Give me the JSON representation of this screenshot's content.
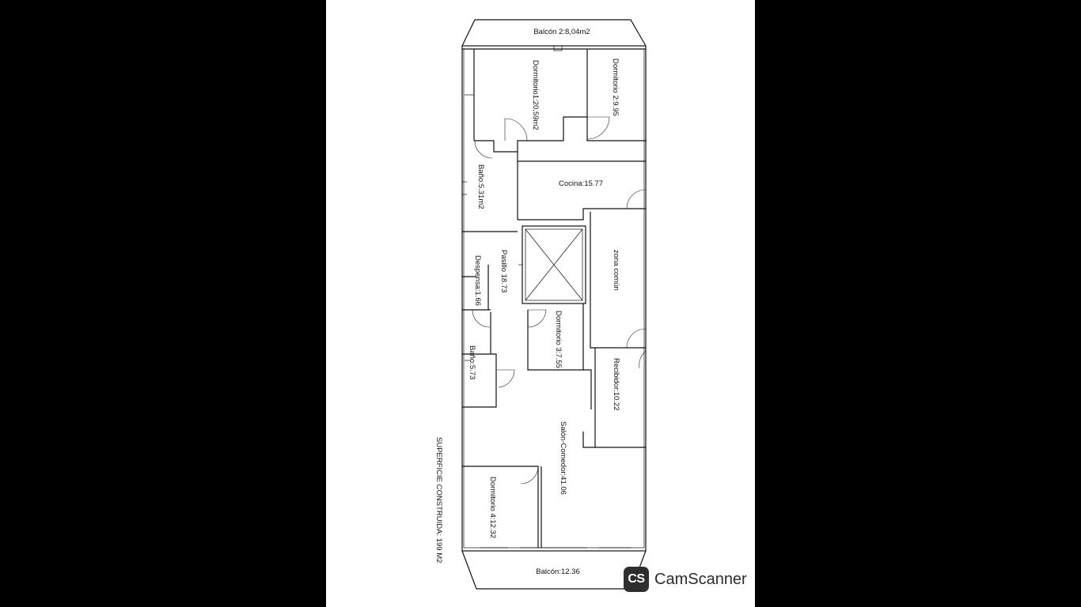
{
  "plan": {
    "rooms": {
      "balcon_top": "Balcón 2:8,04m2",
      "dormitorio_1": "Dormitorio1:20,59m2",
      "dormitorio_2": "Dormitorio 2:9.95",
      "bano_1": "Baño:5.31m2",
      "cocina": "Cocina:15.77",
      "zona_comun": "zona común",
      "pasillo": "Pasillo 18.73",
      "despensa": "Despensa:1.66",
      "dormitorio_3": "Dormitorio 3:7.55",
      "bano_2": "Baño:5.73",
      "recibidor": "Recibidor:10.22",
      "salon_comedor": "Salón-Comedor:41.06",
      "dormitorio_4": "Dormitorio 4:12.32",
      "balcon_bottom": "Balcón:12.36"
    },
    "surface_note": "SUPERFICIE  CONSTRUIDA: 199 M2"
  },
  "watermark": {
    "logo": "CS",
    "brand": "CamScanner"
  },
  "colors": {
    "viewer_background": "#000000",
    "page_background": "#ffffff",
    "line": "#111111",
    "logo_background": "#2e2e2e"
  }
}
